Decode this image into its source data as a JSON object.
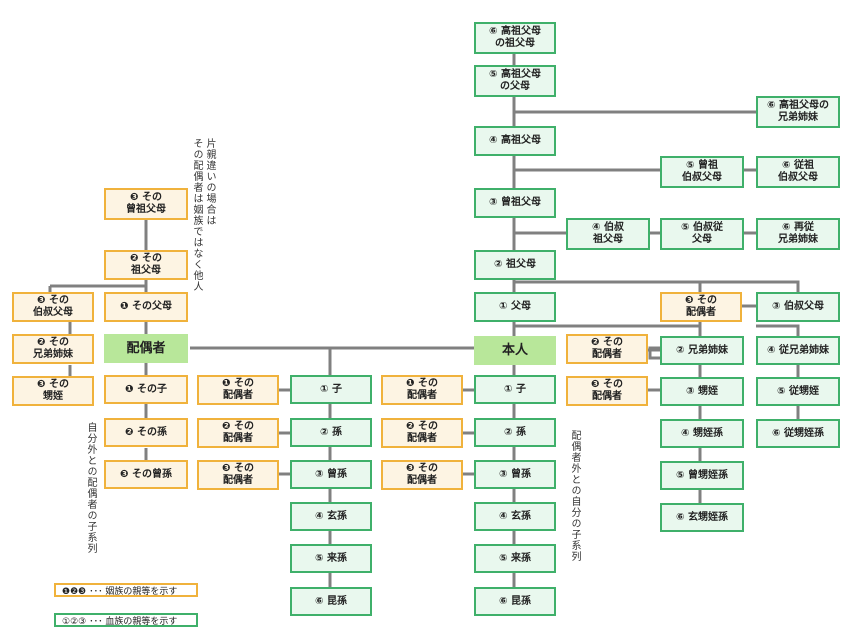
{
  "nodes": {
    "koso6": "⑥ 高祖父母\nの祖父母",
    "koso5": "⑤ 高祖父母\nの父母",
    "koso_sib": "⑥ 高祖父母の\n兄弟姉妹",
    "koso4": "④ 高祖父母",
    "soso_oji5": "⑤ 曾祖\n伯叔父母",
    "jusoso6": "⑥ 従祖\n伯叔父母",
    "soso3": "③ 曾祖父母",
    "hakushuku4": "④ 伯叔\n祖父母",
    "hakuju5": "⑤ 伯叔従\n父母",
    "saiju6": "⑥ 再従\n兄弟姉妹",
    "sofu2": "② 祖父母",
    "fubo1": "① 父母",
    "oji_spouse": "❸ その\n配偶者",
    "oji3": "③ 伯叔父母",
    "honnin": "本人",
    "kyodai_spouse": "❷ その\n配偶者",
    "kyodai2": "② 兄弟姉妹",
    "jukyodai4": "④ 従兄弟姉妹",
    "oi_spouse": "❸ その\n配偶者",
    "oi3": "③ 甥姪",
    "juoi5": "⑤ 従甥姪",
    "oimago4": "④ 甥姪孫",
    "juoimago6": "⑥ 従甥姪孫",
    "sooimago5": "⑤ 曾甥姪孫",
    "genoimago6": "⑥ 玄甥姪孫",
    "c1": "① 子",
    "c2": "② 孫",
    "c3": "③ 曾孫",
    "c4": "④ 玄孫",
    "c5": "⑤ 来孫",
    "c6": "⑥ 昆孫",
    "cs1": "❶ その\n配偶者",
    "cs2": "❷ その\n配偶者",
    "cs3": "❸ その\n配偶者",
    "d1": "① 子",
    "d2": "② 孫",
    "d3": "③ 曾孫",
    "d4": "④ 玄孫",
    "d5": "⑤ 来孫",
    "d6": "⑥ 昆孫",
    "ds1": "❶ その\n配偶者",
    "ds2": "❷ その\n配偶者",
    "ds3": "❸ その\n配偶者",
    "haigusha": "配偶者",
    "sp_soso": "❸ その\n曾祖父母",
    "sp_sofu": "❷ その\n祖父母",
    "sp_fubo": "❶ その父母",
    "sp_oji": "❸ その\n伯叔父母",
    "sp_kyodai": "❷ その\n兄弟姉妹",
    "sp_oi": "❸ その\n甥姪",
    "sp_c1": "❶ その子",
    "sp_c2": "❷ その孫",
    "sp_c3": "❸ その曾孫"
  },
  "notes": {
    "half_sibling": "片親違いの場合は\nその配偶者は姻族ではなく他人",
    "own_children": "自分外との配偶者の子系列",
    "spouse_children": "配偶者外との自分の子系列"
  },
  "legend": {
    "affinity": "❶❷❸ ･･･ 姻族の親等を示す",
    "blood": "①②③ ･･･ 血族の親等を示す"
  },
  "colors": {
    "blood_border": "#3fb06a",
    "blood_fill": "#e9f8ee",
    "affinity_border": "#f0b23c",
    "affinity_fill": "#fdf4e3",
    "highlight": "#b8e79a",
    "connector": "#808080"
  }
}
